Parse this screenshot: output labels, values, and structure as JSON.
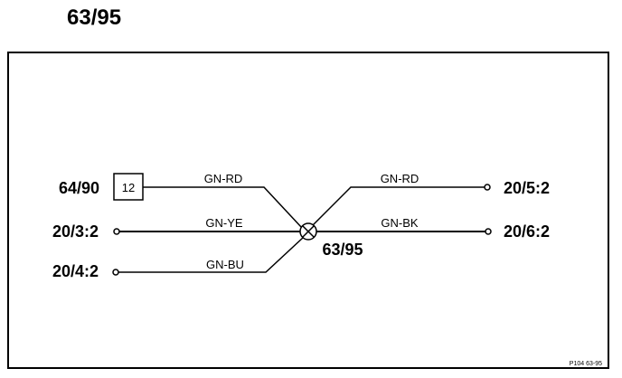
{
  "page_title": "63/95",
  "diagram": {
    "connector_64_90": {
      "label": "64/90",
      "pin": "12"
    },
    "terminals": {
      "t_20_3_2": "20/3:2",
      "t_20_4_2": "20/4:2",
      "t_20_5_2": "20/5:2",
      "t_20_6_2": "20/6:2"
    },
    "splice_label": "63/95",
    "wires": {
      "left_top": "GN-RD",
      "left_mid": "GN-YE",
      "left_bottom": "GN-BU",
      "right_top": "GN-RD",
      "right_mid": "GN-BK"
    },
    "footer_code": "P104 63-95"
  }
}
